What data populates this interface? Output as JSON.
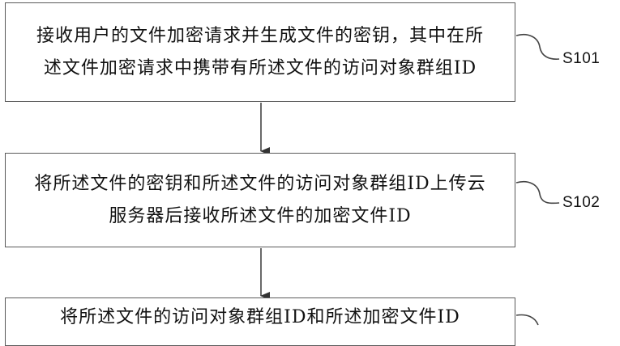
{
  "steps": [
    {
      "text": "接收用户的文件加密请求并生成文件的密钥，其中在所述文件加密请求中携带有所述文件的访问对象群组ID",
      "label": "S101"
    },
    {
      "text": "将所述文件的密钥和所述文件的访问对象群组ID上传云服务器后接收所述文件的加密文件ID",
      "label": "S102"
    },
    {
      "text": "将所述文件的访问对象群组ID和所述加密文件ID",
      "label": ""
    }
  ]
}
